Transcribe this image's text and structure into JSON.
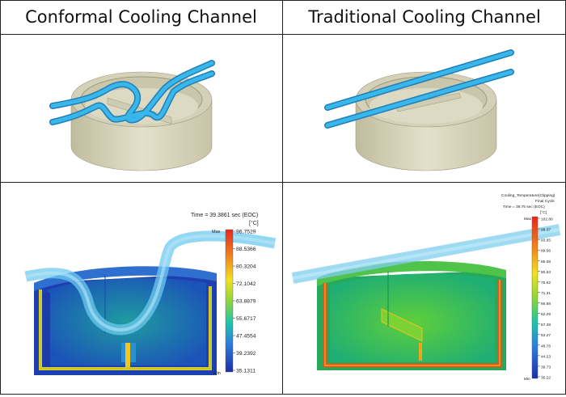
{
  "headers": {
    "left": "Conformal Cooling Channel",
    "right": "Traditional Cooling Channel"
  },
  "sim_left": {
    "time_label": "Time = 39.3861 sec (EOC)",
    "unit": "[°C]",
    "max_label": "Max",
    "min_label": "Min",
    "scale_values": [
      "96.7529",
      "88.5366",
      "80.3204",
      "72.1042",
      "63.8879",
      "55.6717",
      "47.4554",
      "39.2392",
      "35.1311"
    ]
  },
  "sim_right": {
    "title_line1": "Cooling_Temperature(Clipping)",
    "title_line2": "Final Cycle",
    "time_label": "Time = 39.75 sec (EOC)",
    "unit": "[°C]",
    "max_label": "Max",
    "min_label": "Min",
    "scale_values": [
      "102.80",
      "98.37",
      "93.95",
      "89.56",
      "85.08",
      "80.53",
      "75.62",
      "71.31",
      "66.88",
      "62.29",
      "57.38",
      "53.27",
      "48.76",
      "44.23",
      "39.73",
      "35.22"
    ]
  },
  "colors": {
    "pipe": "#2aa6e0",
    "mold": "#d9d6bf",
    "hot": "#e0261c",
    "cold": "#1b2fa8"
  }
}
